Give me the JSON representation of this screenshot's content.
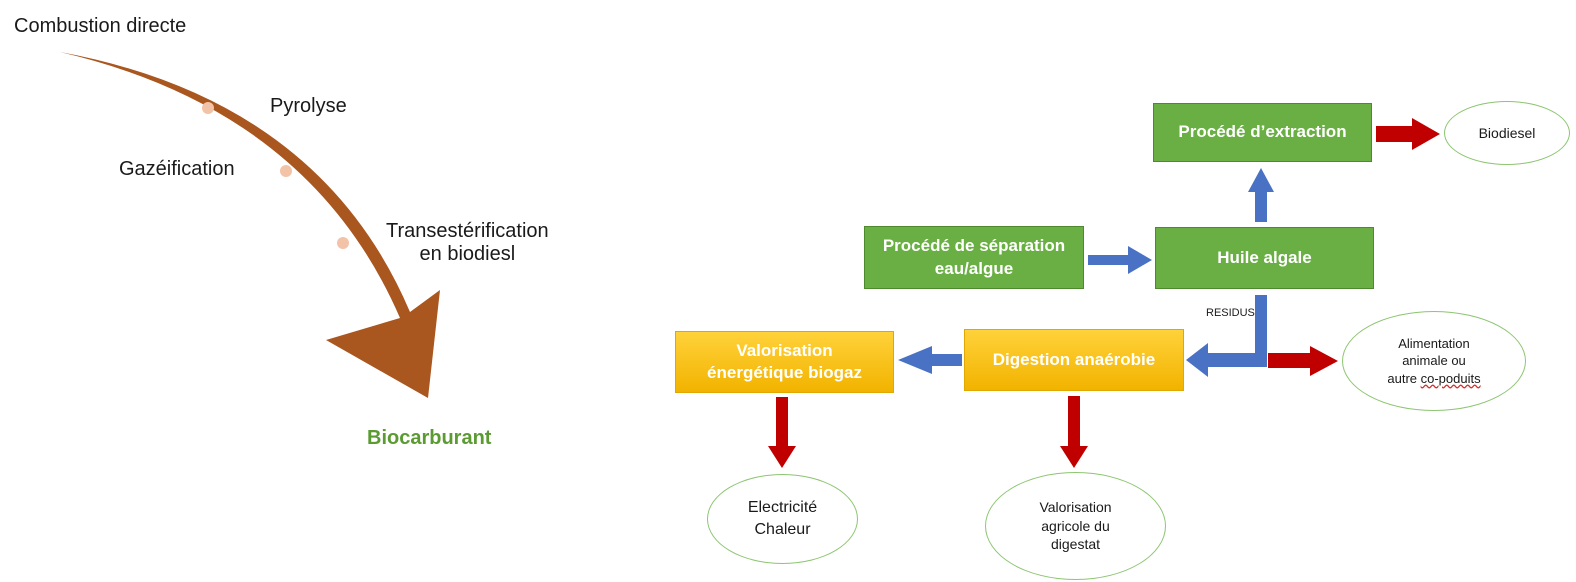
{
  "colors": {
    "curve_arrow": "#a9561f",
    "process_green": "#6aaf44",
    "process_yellow": "#f7c21a",
    "arrow_blue": "#4a72c4",
    "arrow_red": "#c00000",
    "ellipse_border": "#8dc571",
    "biocarburant_text": "#5b9b32"
  },
  "left": {
    "combustion": "Combustion directe",
    "pyrolyse": "Pyrolyse",
    "gazeification": "Gazéification",
    "transesterification_line1": "Transestérification",
    "transesterification_line2": "en biodiesl",
    "biocarburant": "Biocarburant"
  },
  "right": {
    "extraction": "Procédé d’extraction",
    "biodiesel": "Biodiesel",
    "separation_line1": "Procédé de séparation",
    "separation_line2": "eau/algue",
    "huile": "Huile algale",
    "residus": "RESIDUS",
    "digestion": "Digestion anaérobie",
    "valorisation_biogaz_line1": "Valorisation",
    "valorisation_biogaz_line2": "énergétique biogaz",
    "alimentation_line1": "Alimentation",
    "alimentation_line2": "animale ou",
    "alimentation_line3_prefix": "autre ",
    "alimentation_line3_misspelled": "co-poduits",
    "electricite_line1": "Electricité",
    "electricite_line2": "Chaleur",
    "valorisation_agricole_line1": "Valorisation",
    "valorisation_agricole_line2": "agricole du",
    "valorisation_agricole_line3": "digestat"
  }
}
